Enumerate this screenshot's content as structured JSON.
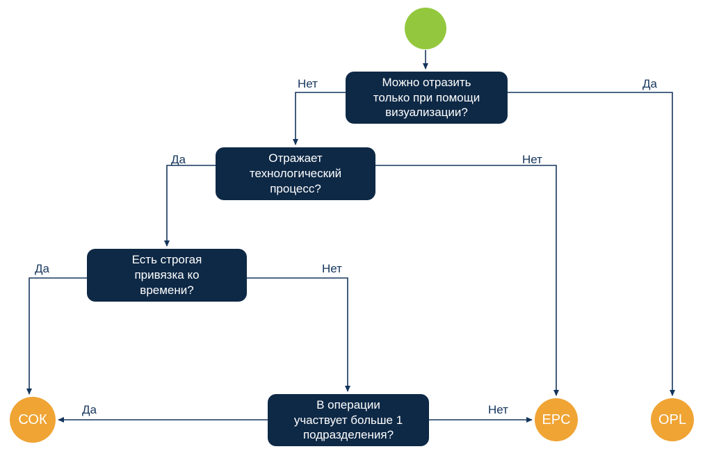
{
  "diagram": {
    "type": "flowchart",
    "nodes": {
      "q1": {
        "lines": [
          "Можно отразить",
          "только при помощи",
          "визуализации?"
        ]
      },
      "q2": {
        "lines": [
          "Отражает",
          "технологический",
          "процесс?"
        ]
      },
      "q3": {
        "lines": [
          "Есть строгая",
          "привязка ко",
          "времени?"
        ]
      },
      "q4": {
        "lines": [
          "В операции",
          "участвует больше 1",
          "подразделения?"
        ]
      }
    },
    "edge_labels": {
      "q1_no": "Нет",
      "q1_yes": "Да",
      "q2_yes": "Да",
      "q2_no": "Нет",
      "q3_yes": "Да",
      "q3_no": "Нет",
      "q4_yes": "Да",
      "q4_no": "Нет"
    },
    "outcomes": {
      "sok": "СОК",
      "epc": "EPC",
      "opl": "OPL"
    },
    "colors": {
      "decision_box": "#0e2946",
      "start_node": "#93c83e",
      "outcome_node": "#efa434",
      "connector": "#14355c",
      "text_on_node": "#ffffff",
      "background": "#ffffff"
    }
  }
}
